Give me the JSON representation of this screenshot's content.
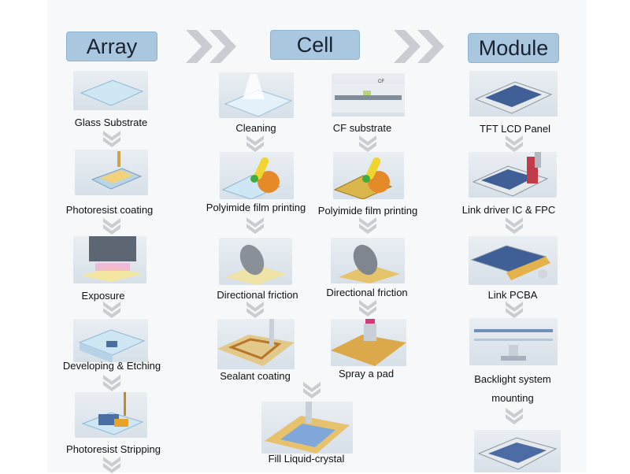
{
  "headers": {
    "array": "Array",
    "cell": "Cell",
    "module": "Module"
  },
  "array_steps": [
    "Glass Substrate",
    "Photoresist coating",
    "Exposure",
    "Developing & Etching",
    "Photoresist Stripping"
  ],
  "cell_left_steps": [
    "Cleaning",
    "Polyimide film printing",
    "Directional friction",
    "Sealant coating"
  ],
  "cell_right_steps": [
    "CF substrate",
    "Polyimide film printing",
    "Directional friction",
    "Spray a pad"
  ],
  "cell_merge_step": "Fill Liquid-crystal",
  "module_steps": [
    "TFT LCD Panel",
    "Link driver IC & FPC",
    "Link PCBA",
    "Backlight system",
    "mounting"
  ],
  "cf_tag": "CF"
}
